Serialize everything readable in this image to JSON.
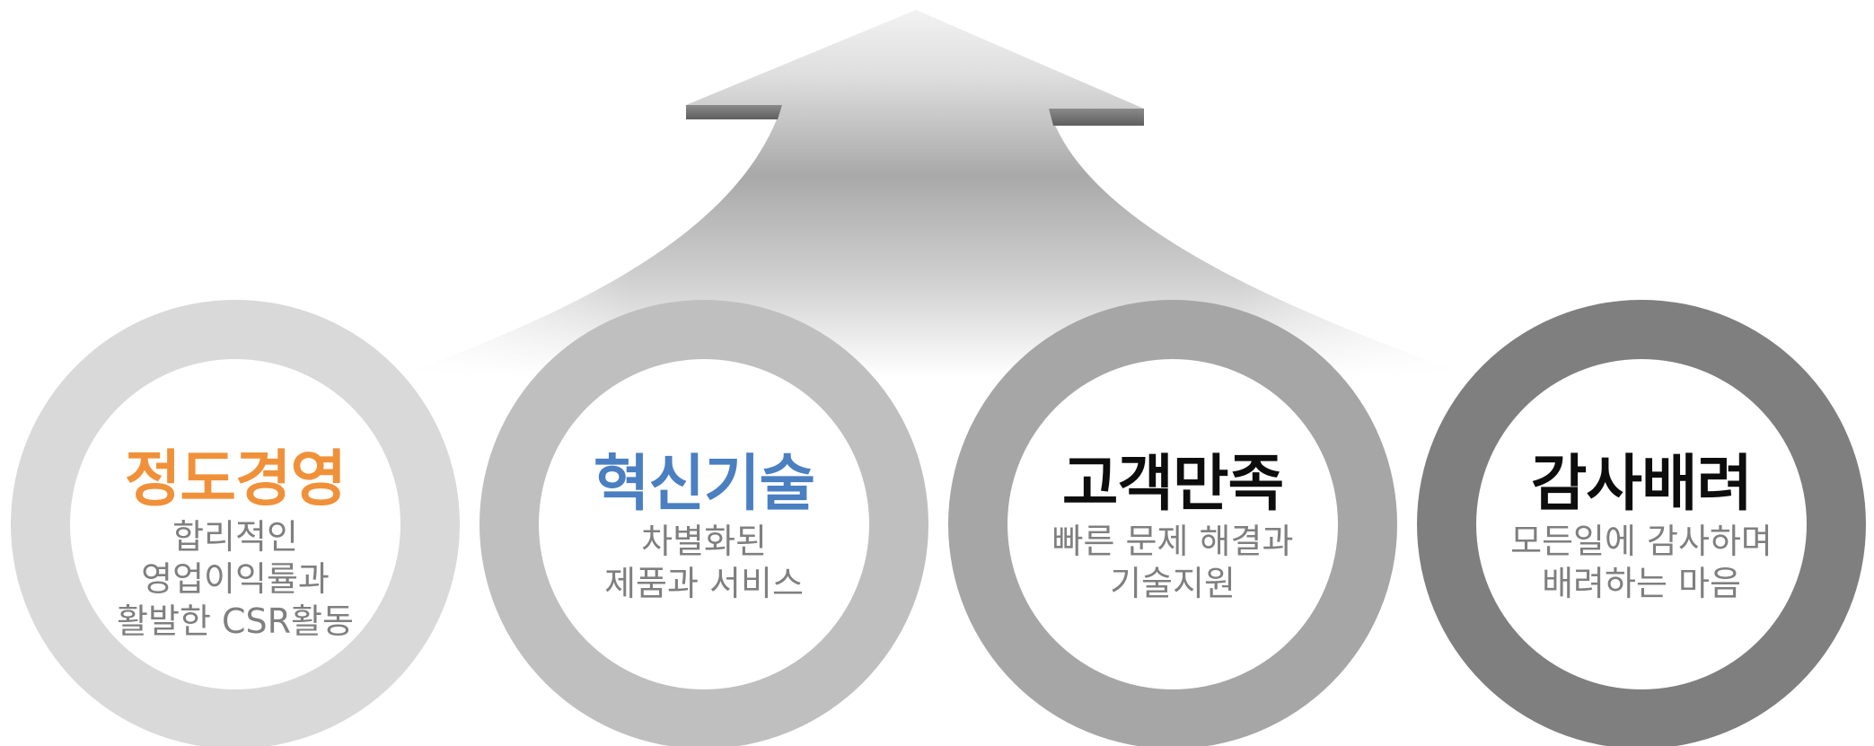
{
  "colors": {
    "background": "#ffffff",
    "arrow_light": "#ececec",
    "arrow_mid": "#a6a6a6",
    "arrow_edge": "#6b6b6b",
    "inner_circle": "#ffffff",
    "description_text": "#7f7f7f"
  },
  "items": [
    {
      "title": "정도경영",
      "title_color": "#f0913a",
      "ring_color": "#d9d9d9",
      "lines": [
        "합리적인",
        "영업이익률과",
        "활발한 CSR활동"
      ]
    },
    {
      "title": "혁신기술",
      "title_color": "#4a7fc1",
      "ring_color": "#bfbfbf",
      "lines": [
        "차별화된",
        "제품과 서비스"
      ]
    },
    {
      "title": "고객만족",
      "title_color": "#0d0d0d",
      "ring_color": "#a6a6a6",
      "lines": [
        "빠른 문제 해결과",
        "기술지원"
      ]
    },
    {
      "title": "감사배려",
      "title_color": "#0d0d0d",
      "ring_color": "#7f7f7f",
      "lines": [
        "모든일에 감사하며",
        "배려하는 마음"
      ]
    }
  ]
}
